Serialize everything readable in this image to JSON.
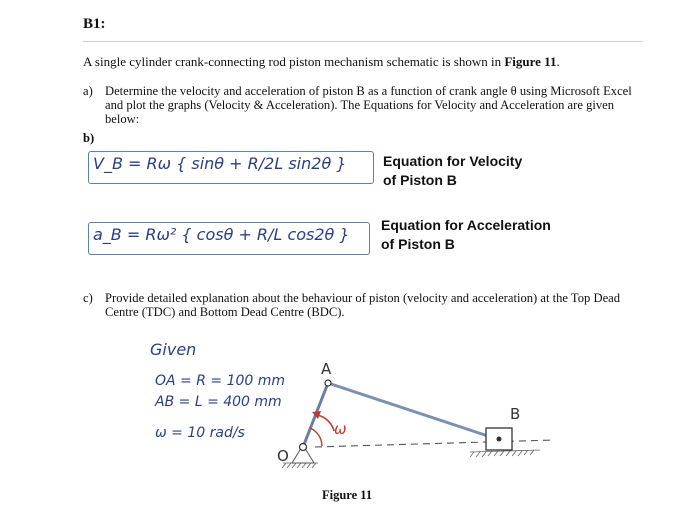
{
  "heading": "B1:",
  "intro": {
    "text": "A single cylinder crank-connecting rod piston mechanism schematic is shown in ",
    "figure_ref": "Figure 11",
    "end": "."
  },
  "part_a": {
    "label": "a)",
    "text": "Determine the velocity and acceleration of piston B as a function of crank angle θ using Microsoft Excel and plot the graphs (Velocity & Acceleration). The Equations for Velocity and Acceleration are given below:"
  },
  "part_b": {
    "label": "b)"
  },
  "equations": [
    {
      "formula": "V_B = Rω { sinθ + R/2L sin2θ }",
      "label_line1": "Equation for Velocity",
      "label_line2": "of Piston B"
    },
    {
      "formula": "a_B = Rω² { cosθ + R/L cos2θ }",
      "label_line1": "Equation for Acceleration",
      "label_line2": "of Piston B"
    }
  ],
  "part_c": {
    "label": "c)",
    "text": "Provide detailed explanation about the behaviour of piston (velocity and acceleration) at the Top Dead Centre (TDC) and Bottom Dead Centre (BDC)."
  },
  "given": {
    "title": "Given",
    "lines": [
      "OA = R = 100 mm",
      "AB = L = 400 mm",
      "ω = 10 rad/s"
    ]
  },
  "figure": {
    "label_O": "O",
    "label_A": "A",
    "label_B": "B",
    "label_omega": "ω",
    "caption": "Figure 11"
  },
  "colors": {
    "ink": "#2b3f88",
    "box": "#5a7fb0",
    "crank": "#6a7fa6"
  }
}
